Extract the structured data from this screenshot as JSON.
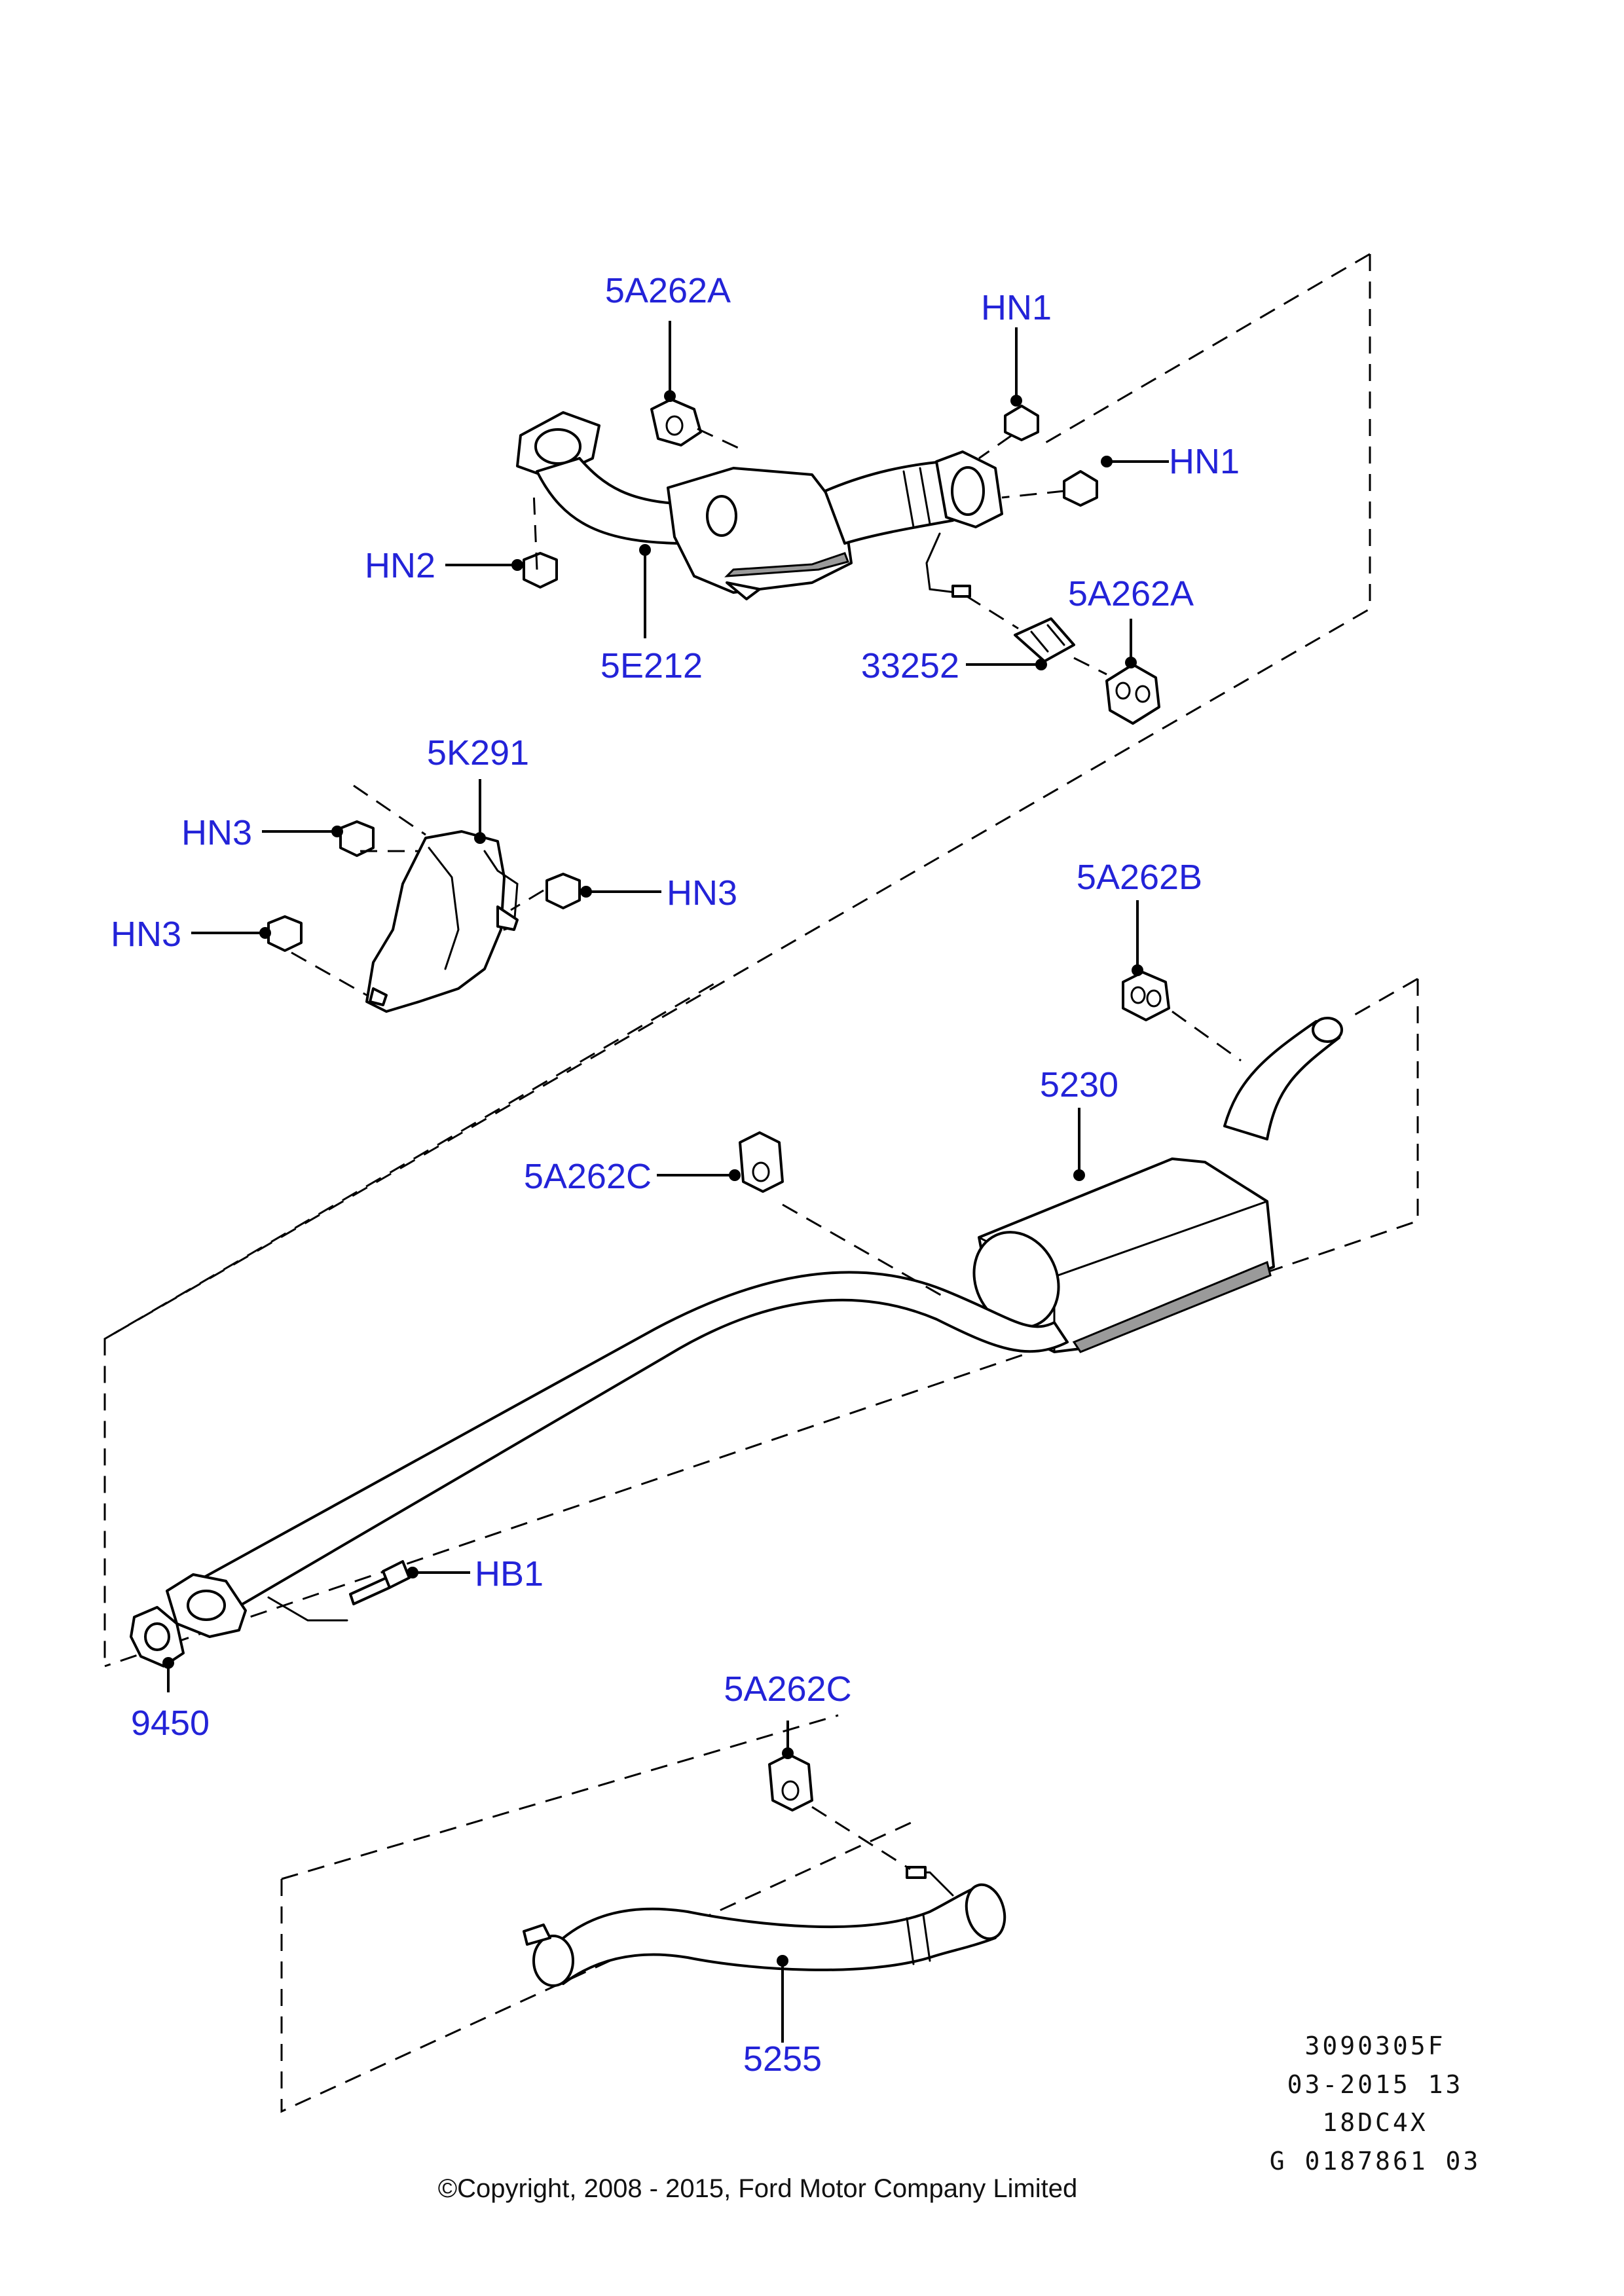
{
  "callouts": [
    {
      "id": "5A262A",
      "label": "5A262A"
    },
    {
      "id": "HN1",
      "label": "HN1"
    },
    {
      "id": "HN1",
      "label": "HN1"
    },
    {
      "id": "HN2",
      "label": "HN2"
    },
    {
      "id": "5E212",
      "label": "5E212"
    },
    {
      "id": "5A262A",
      "label": "5A262A"
    },
    {
      "id": "33252",
      "label": "33252"
    },
    {
      "id": "5K291",
      "label": "5K291"
    },
    {
      "id": "HN3",
      "label": "HN3"
    },
    {
      "id": "HN3",
      "label": "HN3"
    },
    {
      "id": "HN3",
      "label": "HN3"
    },
    {
      "id": "5A262B",
      "label": "5A262B"
    },
    {
      "id": "5230",
      "label": "5230"
    },
    {
      "id": "5A262C",
      "label": "5A262C"
    },
    {
      "id": "HB1",
      "label": "HB1"
    },
    {
      "id": "9450",
      "label": "9450"
    },
    {
      "id": "5A262C",
      "label": "5A262C"
    },
    {
      "id": "5255",
      "label": "5255"
    }
  ],
  "reference": {
    "line1": "3090305F",
    "line2": "03-2015 13",
    "line3": "18DC4X",
    "line4": "G 0187861 03"
  },
  "copyright": "©Copyright, 2008 - 2015, Ford Motor Company Limited",
  "colors": {
    "label": "#2323d8",
    "line": "#000000",
    "background": "#ffffff"
  }
}
